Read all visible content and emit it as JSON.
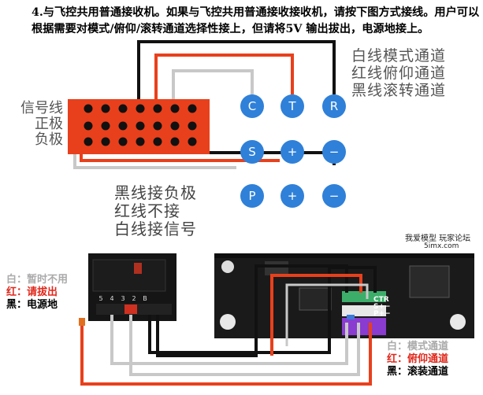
{
  "intro_text": "4.与飞控共用普通接收机。如果与飞控共用普通接收接收机，请按下图方式接线。用户可以根据需要对模式/俯仰/滚转通道选择性接上，但请将5V 输出拔出，电源地接上。",
  "legend_top": [
    "白线模式通道",
    "红线俯仰通道",
    "黑线滚转通道"
  ],
  "row_labels": [
    "信号线",
    "正极",
    "负极"
  ],
  "wire_notes": [
    "黑线接负极",
    "红线不接",
    "白线接信号"
  ],
  "port_circles": {
    "row1": [
      "C",
      "T",
      "R"
    ],
    "row2": [
      "S",
      "+",
      "−"
    ],
    "row3": [
      "P",
      "+",
      "−"
    ]
  },
  "watermark": {
    "line1": "我爱模型 玩家论坛",
    "line2": "5imx.com"
  },
  "photo_left_legend": [
    {
      "key": "白：",
      "value": "暂时不用",
      "color": "gray"
    },
    {
      "key": "红：",
      "value": "请拔出",
      "color": "red"
    },
    {
      "key": "黑：",
      "value": "电源地",
      "color": "blk"
    }
  ],
  "photo_right_legend": [
    {
      "key": "白：",
      "value": "模式通道",
      "color": "gray"
    },
    {
      "key": "红：",
      "value": "俯仰通道",
      "color": "red"
    },
    {
      "key": "黑：",
      "value": "滚装通道",
      "color": "blk"
    }
  ],
  "board_pin_labels": [
    "CTR",
    "S+−",
    "P+−"
  ],
  "receiver_pin_labels": [
    "5",
    "4",
    "3",
    "2",
    "B"
  ],
  "colors": {
    "block": "#e8401c",
    "circle": "#2f80d8",
    "wire_red": "#e8401c",
    "wire_gray": "#c8c8c8",
    "wire_black": "#111"
  }
}
